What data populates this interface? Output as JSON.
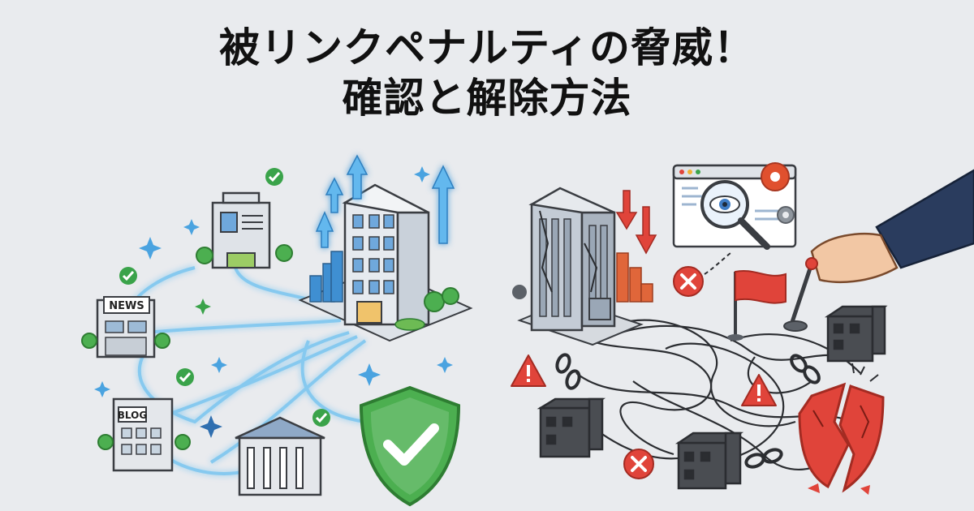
{
  "title": {
    "line1": "被リンクペナルティの脅威！",
    "line2": "確認と解除方法"
  },
  "left_scene": {
    "sign_news": "NEWS",
    "sign_blog": "BLOG"
  },
  "colors": {
    "background": "#e9ebee",
    "glow_blue": "#5bb7ea",
    "check_green": "#3aa34a",
    "warning_red": "#e0443a",
    "dark_gray": "#4a4d52"
  },
  "icons": [
    "check-icon",
    "arrow-up-icon",
    "arrow-down-icon",
    "sparkle-icon",
    "shield-check-icon",
    "magnifier-eye-icon",
    "gear-icon",
    "warning-icon",
    "cross-icon",
    "broken-chain-icon",
    "red-flag-icon",
    "broken-shield-icon"
  ]
}
